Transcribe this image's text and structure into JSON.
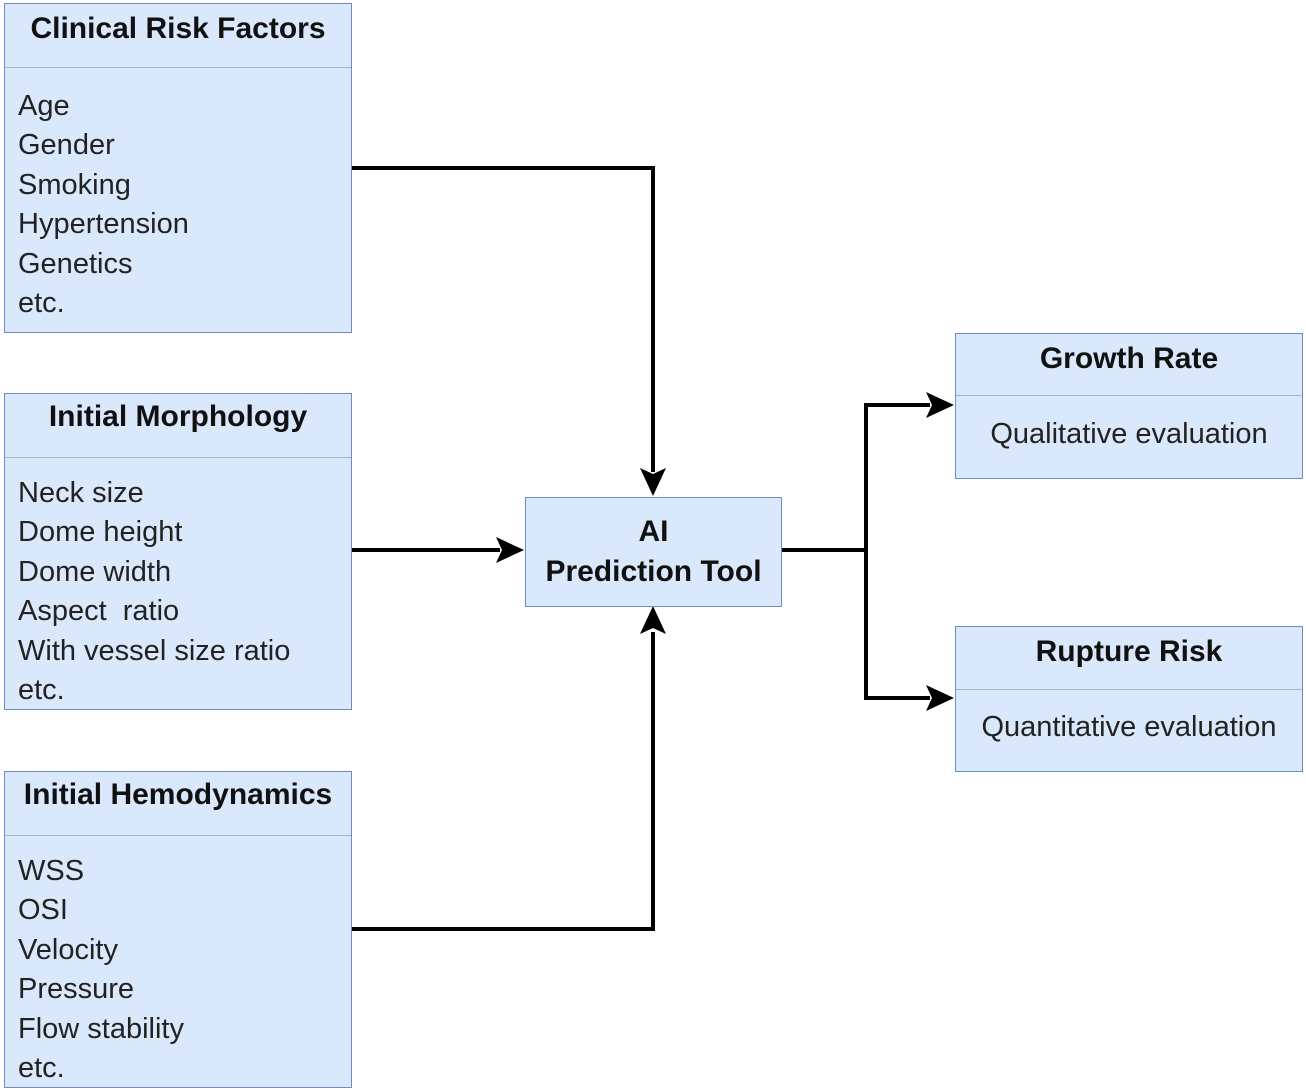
{
  "inputs": {
    "clinical": {
      "title": "Clinical Risk Factors",
      "items": [
        "Age",
        "Gender",
        "Smoking",
        "Hypertension",
        "Genetics",
        "etc."
      ]
    },
    "morphology": {
      "title": "Initial Morphology",
      "items": [
        "Neck size",
        "Dome height",
        "Dome width",
        "Aspect  ratio",
        "With vessel size ratio",
        "etc."
      ]
    },
    "hemodynamics": {
      "title": "Initial Hemodynamics",
      "items": [
        "WSS",
        "OSI",
        "Velocity",
        "Pressure",
        "Flow stability",
        "etc."
      ]
    }
  },
  "tool": {
    "line1": "AI",
    "line2": "Prediction Tool"
  },
  "outputs": {
    "growth": {
      "title": "Growth Rate",
      "body": "Qualitative evaluation"
    },
    "rupture": {
      "title": "Rupture Risk",
      "body": "Quantitative evaluation"
    }
  },
  "colors": {
    "box_fill": "#dae8fc",
    "box_border": "#6c8ebf",
    "arrow": "#000000"
  }
}
